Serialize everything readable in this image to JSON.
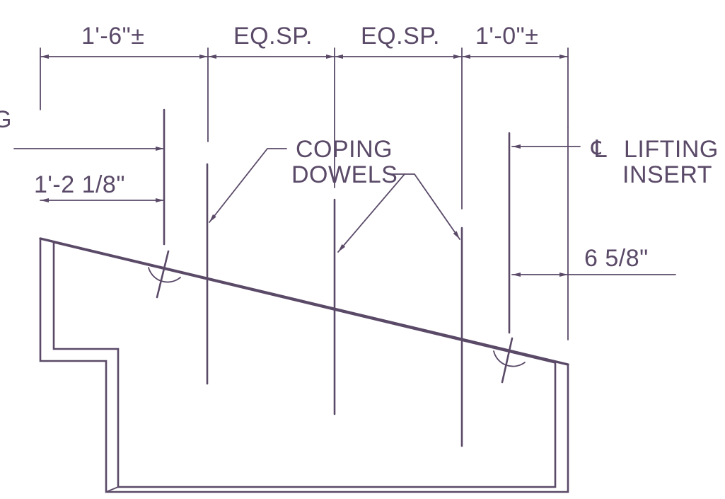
{
  "drawing": {
    "dimensions": {
      "left_end": "1'-6\"±",
      "middle_left": "EQ.SP.",
      "middle_right": "EQ.SP.",
      "right_end": "1'-0\"±",
      "left_insert_offset": "1'-2 1/8\"",
      "right_insert_offset": "6 5/8\""
    },
    "notes": {
      "dowels_line1": "COPING",
      "dowels_line2": "DOWELS",
      "centerline_symbol": "℄",
      "insert_line1": "LIFTING",
      "insert_line2": "INSERT",
      "cut_off_left": "G"
    }
  },
  "colors": {
    "ink": "#5a4a68",
    "paper": "#ffffff"
  }
}
